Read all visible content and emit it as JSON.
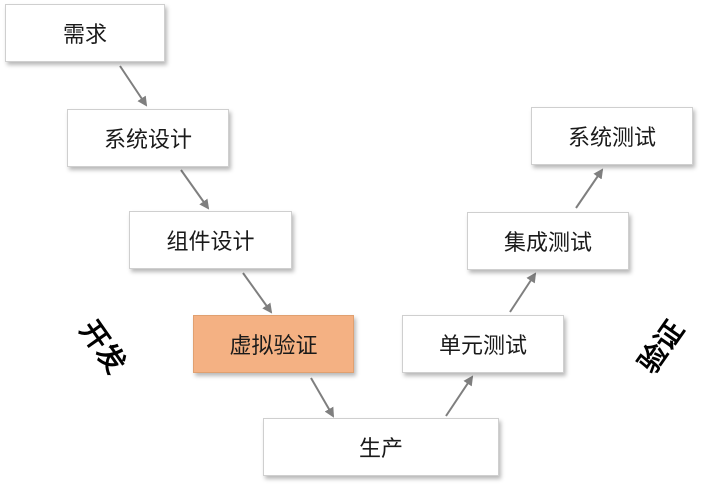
{
  "nodes": {
    "requirements": "需求",
    "system_design": "系统设计",
    "component_design": "组件设计",
    "virtual_verification": "虚拟验证",
    "production": "生产",
    "unit_test": "单元测试",
    "integration_test": "集成测试",
    "system_test": "系统测试"
  },
  "labels": {
    "left": "开发",
    "right": "验证"
  },
  "colors": {
    "highlight": "#f4b183",
    "arrow": "#7f7f7f"
  }
}
